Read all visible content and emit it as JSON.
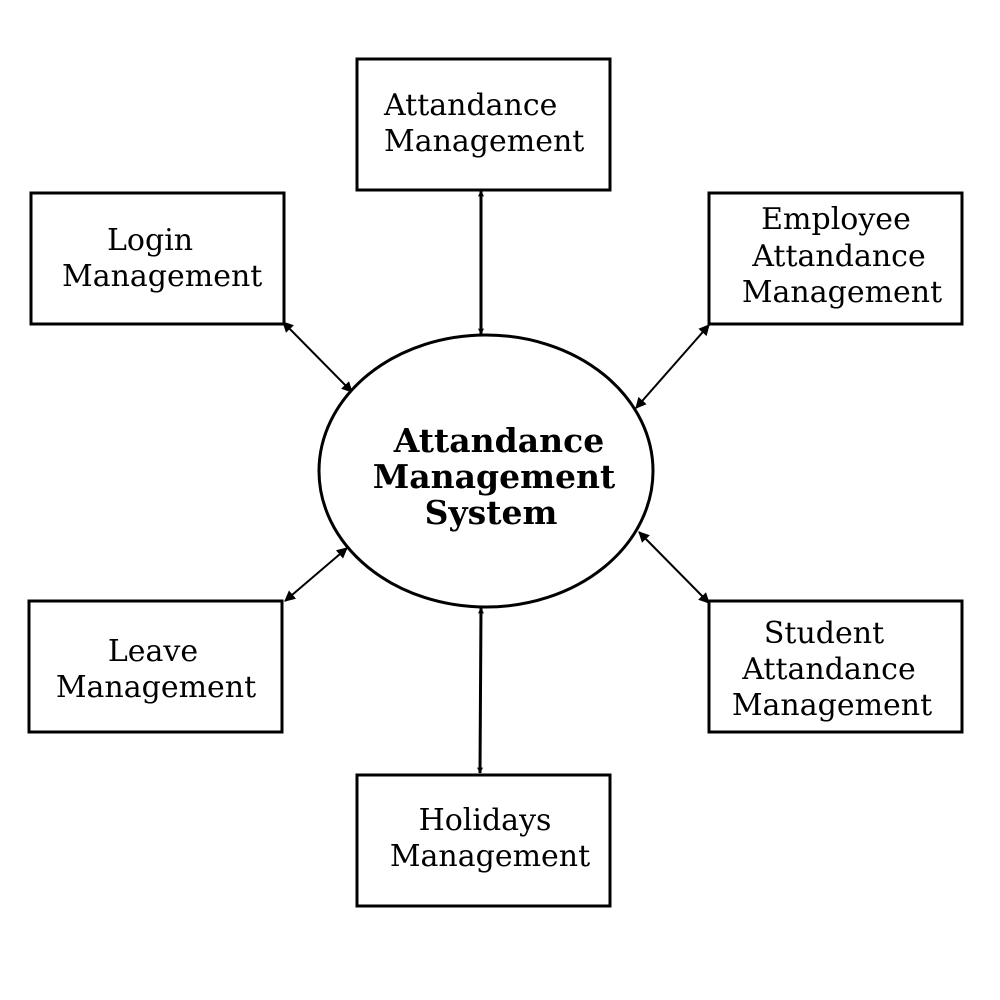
{
  "center": {
    "lines": [
      "Attandance",
      "Management",
      "System"
    ]
  },
  "nodes": {
    "attendance": {
      "lines": [
        "Attandance",
        "Management"
      ]
    },
    "login": {
      "lines": [
        "Login",
        "Management"
      ]
    },
    "employee": {
      "lines": [
        "Employee",
        "Attandance",
        "Management"
      ]
    },
    "leave": {
      "lines": [
        "Leave",
        "Management"
      ]
    },
    "student": {
      "lines": [
        "Student",
        "Attandance",
        "Management"
      ]
    },
    "holidays": {
      "lines": [
        "Holidays",
        "Management"
      ]
    }
  },
  "colors": {
    "stroke": "#000000",
    "background": "#ffffff"
  }
}
